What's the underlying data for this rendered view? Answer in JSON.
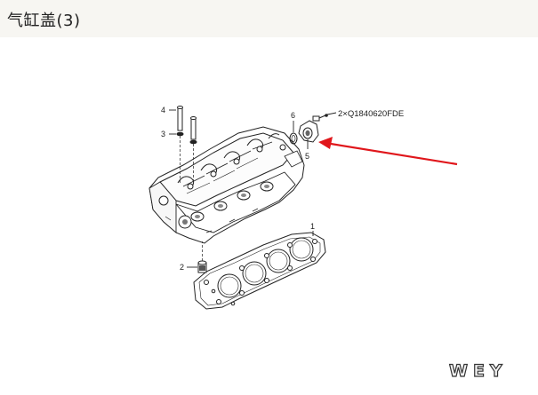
{
  "page": {
    "title": "气缸盖(3)"
  },
  "callouts": {
    "c1": "1",
    "c2": "2",
    "c3": "3",
    "c4": "4",
    "c5": "5",
    "c6": "6"
  },
  "part_note": "2×Q1840620FDE",
  "brand": "WEY",
  "colors": {
    "arrow": "#e0161b",
    "line": "#222222",
    "title_bg": "#f7f6f2"
  }
}
